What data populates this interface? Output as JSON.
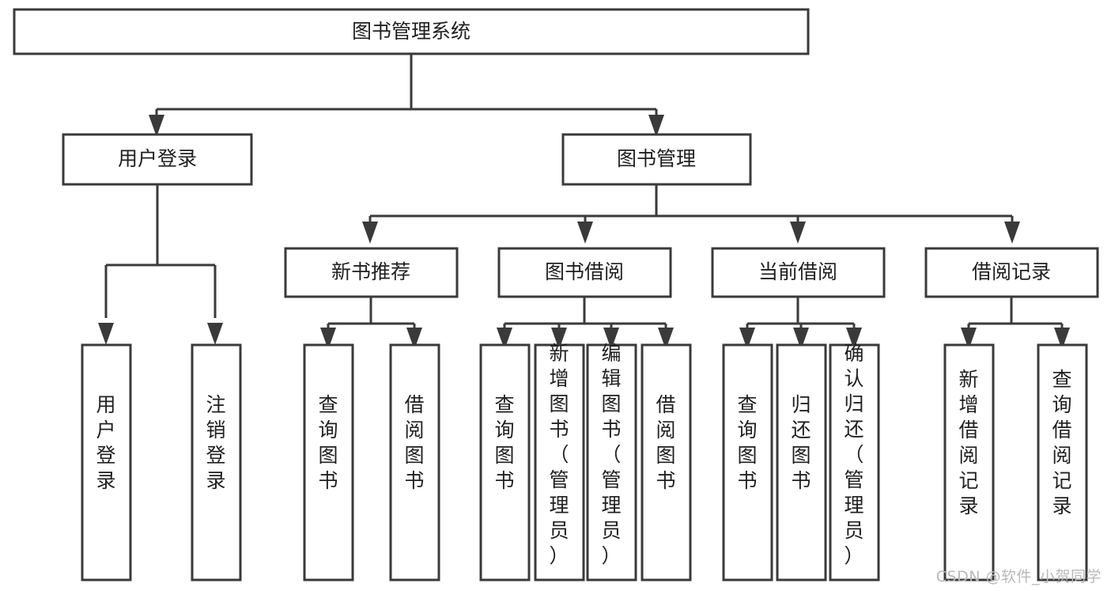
{
  "diagram": {
    "title": "图书管理系统",
    "type": "tree-hierarchy",
    "watermark": "CSDN @软件_小贺同学",
    "colors": {
      "stroke": "#3a3a3a",
      "fill": "#ffffff",
      "text": "#1f1f1f",
      "watermark": "#b9b9b9"
    },
    "root": {
      "label": "图书管理系统"
    },
    "level2": [
      {
        "label": "用户登录"
      },
      {
        "label": "图书管理"
      }
    ],
    "level3": [
      {
        "label": "新书推荐"
      },
      {
        "label": "图书借阅"
      },
      {
        "label": "当前借阅"
      },
      {
        "label": "借阅记录"
      }
    ],
    "leaves": {
      "user_login": [
        {
          "label": "用户登录"
        },
        {
          "label": "注销登录"
        }
      ],
      "new_book": [
        {
          "label": "查询图书"
        },
        {
          "label": "借阅图书"
        }
      ],
      "book_borrow": [
        {
          "label": "查询图书"
        },
        {
          "label": "新增图书（管理员）"
        },
        {
          "label": "编辑图书（管理员）"
        },
        {
          "label": "借阅图书"
        }
      ],
      "current_borrow": [
        {
          "label": "查询图书"
        },
        {
          "label": "归还图书"
        },
        {
          "label": "确认归还（管理员）"
        }
      ],
      "borrow_record": [
        {
          "label": "新增借阅记录"
        },
        {
          "label": "查询借阅记录"
        }
      ]
    }
  }
}
